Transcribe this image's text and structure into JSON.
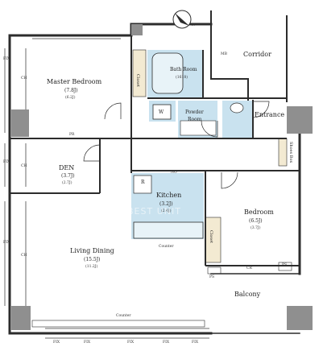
{
  "compass": {
    "north": "N"
  },
  "rooms": {
    "master_bedroom": {
      "name": "Master Bedroom",
      "size": "(7.8J)",
      "sub": "(6.2J)"
    },
    "bath_room": {
      "name": "Bath Room",
      "size": "(1618)"
    },
    "powder_room": {
      "line1": "Powder",
      "line2": "Room"
    },
    "corridor": {
      "name": "Corridor"
    },
    "entrance": {
      "name": "Entrance"
    },
    "den": {
      "name": "DEN",
      "size": "(3.7J)",
      "sub": "(2.7J)"
    },
    "kitchen": {
      "name": "Kitchen",
      "size": "(3.2J)",
      "sub": "(2.4J)"
    },
    "bedroom": {
      "name": "Bedroom",
      "size": "(6.5J)",
      "sub": "(3.7J)"
    },
    "living_dining": {
      "name": "Living Dining",
      "size": "(15.5J)",
      "sub": "(11.2J)"
    },
    "balcony": {
      "name": "Balcony"
    }
  },
  "fixtures": {
    "closet": "Closet",
    "closet_bedroom": "Closet",
    "mb": "MB",
    "w": "W",
    "pr": "PR",
    "r": "R",
    "no": "NO",
    "counter_kitchen": "Counter",
    "counter_living": "Counter",
    "shoes_box": "Shoes Box",
    "ps_left": "PS",
    "ps_right": "PS",
    "cr": "CR"
  },
  "window_labels": {
    "fix": "FIX",
    "ch": "CH"
  },
  "watermark": "BEST UNIT",
  "colors": {
    "wall": "#2c2c2c",
    "wet_area": "#c9e2ef",
    "closet_fill": "#f3ead2",
    "column": "#8f8f8f"
  }
}
